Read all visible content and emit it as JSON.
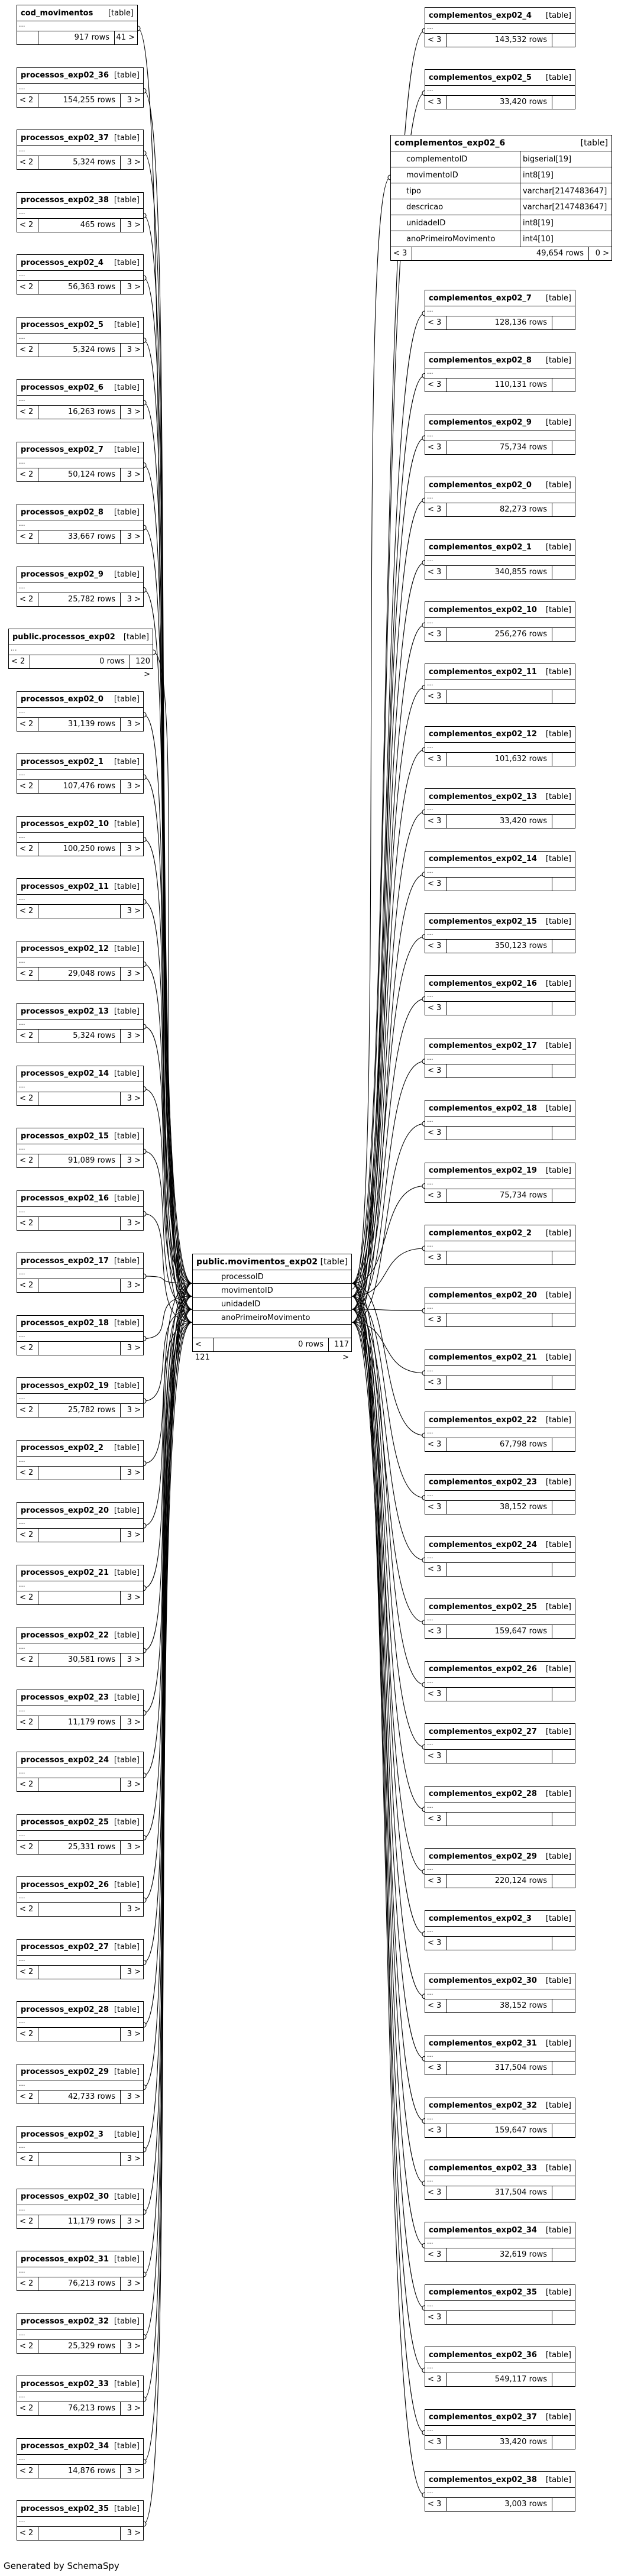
{
  "kind_label": "[table]",
  "footer_text": "Generated by SchemaSpy",
  "center": {
    "name": "public.movimentos_exp02",
    "columns": [
      "processoID",
      "movimentoID",
      "unidadeID",
      "anoPrimeiroMovimento"
    ],
    "foot": [
      "< 121",
      "0 rows",
      "117 >"
    ]
  },
  "expanded": {
    "name": "complementos_exp02_6",
    "columns": [
      {
        "name": "complementoID",
        "type": "bigserial[19]"
      },
      {
        "name": "movimentoID",
        "type": "int8[19]"
      },
      {
        "name": "tipo",
        "type": "varchar[2147483647]"
      },
      {
        "name": "descricao",
        "type": "varchar[2147483647]"
      },
      {
        "name": "unidadeID",
        "type": "int8[19]"
      },
      {
        "name": "anoPrimeiroMovimento",
        "type": "int4[10]"
      }
    ],
    "foot": [
      "< 3",
      "49,654 rows",
      "0 >"
    ]
  },
  "left_tables": [
    {
      "name": "cod_movimentos",
      "foot": [
        "",
        "917 rows",
        "41 >"
      ]
    },
    {
      "name": "processos_exp02_36",
      "foot": [
        "< 2",
        "154,255 rows",
        "3 >"
      ]
    },
    {
      "name": "processos_exp02_37",
      "foot": [
        "< 2",
        "5,324 rows",
        "3 >"
      ]
    },
    {
      "name": "processos_exp02_38",
      "foot": [
        "< 2",
        "465 rows",
        "3 >"
      ]
    },
    {
      "name": "processos_exp02_4",
      "foot": [
        "< 2",
        "56,363 rows",
        "3 >"
      ]
    },
    {
      "name": "processos_exp02_5",
      "foot": [
        "< 2",
        "5,324 rows",
        "3 >"
      ]
    },
    {
      "name": "processos_exp02_6",
      "foot": [
        "< 2",
        "16,263 rows",
        "3 >"
      ]
    },
    {
      "name": "processos_exp02_7",
      "foot": [
        "< 2",
        "50,124 rows",
        "3 >"
      ]
    },
    {
      "name": "processos_exp02_8",
      "foot": [
        "< 2",
        "33,667 rows",
        "3 >"
      ]
    },
    {
      "name": "processos_exp02_9",
      "foot": [
        "< 2",
        "25,782 rows",
        "3 >"
      ]
    },
    {
      "name": "public.processos_exp02",
      "foot": [
        "< 2",
        "0 rows",
        "120 >"
      ]
    },
    {
      "name": "processos_exp02_0",
      "foot": [
        "< 2",
        "31,139 rows",
        "3 >"
      ]
    },
    {
      "name": "processos_exp02_1",
      "foot": [
        "< 2",
        "107,476 rows",
        "3 >"
      ]
    },
    {
      "name": "processos_exp02_10",
      "foot": [
        "< 2",
        "100,250 rows",
        "3 >"
      ]
    },
    {
      "name": "processos_exp02_11",
      "foot": [
        "< 2",
        "",
        "3 >"
      ]
    },
    {
      "name": "processos_exp02_12",
      "foot": [
        "< 2",
        "29,048 rows",
        "3 >"
      ]
    },
    {
      "name": "processos_exp02_13",
      "foot": [
        "< 2",
        "5,324 rows",
        "3 >"
      ]
    },
    {
      "name": "processos_exp02_14",
      "foot": [
        "< 2",
        "",
        "3 >"
      ]
    },
    {
      "name": "processos_exp02_15",
      "foot": [
        "< 2",
        "91,089 rows",
        "3 >"
      ]
    },
    {
      "name": "processos_exp02_16",
      "foot": [
        "< 2",
        "",
        "3 >"
      ]
    },
    {
      "name": "processos_exp02_17",
      "foot": [
        "< 2",
        "",
        "3 >"
      ]
    },
    {
      "name": "processos_exp02_18",
      "foot": [
        "< 2",
        "",
        "3 >"
      ]
    },
    {
      "name": "processos_exp02_19",
      "foot": [
        "< 2",
        "25,782 rows",
        "3 >"
      ]
    },
    {
      "name": "processos_exp02_2",
      "foot": [
        "< 2",
        "",
        "3 >"
      ]
    },
    {
      "name": "processos_exp02_20",
      "foot": [
        "< 2",
        "",
        "3 >"
      ]
    },
    {
      "name": "processos_exp02_21",
      "foot": [
        "< 2",
        "",
        "3 >"
      ]
    },
    {
      "name": "processos_exp02_22",
      "foot": [
        "< 2",
        "30,581 rows",
        "3 >"
      ]
    },
    {
      "name": "processos_exp02_23",
      "foot": [
        "< 2",
        "11,179 rows",
        "3 >"
      ]
    },
    {
      "name": "processos_exp02_24",
      "foot": [
        "< 2",
        "",
        "3 >"
      ]
    },
    {
      "name": "processos_exp02_25",
      "foot": [
        "< 2",
        "25,331 rows",
        "3 >"
      ]
    },
    {
      "name": "processos_exp02_26",
      "foot": [
        "< 2",
        "",
        "3 >"
      ]
    },
    {
      "name": "processos_exp02_27",
      "foot": [
        "< 2",
        "",
        "3 >"
      ]
    },
    {
      "name": "processos_exp02_28",
      "foot": [
        "< 2",
        "",
        "3 >"
      ]
    },
    {
      "name": "processos_exp02_29",
      "foot": [
        "< 2",
        "42,733 rows",
        "3 >"
      ]
    },
    {
      "name": "processos_exp02_3",
      "foot": [
        "< 2",
        "",
        "3 >"
      ]
    },
    {
      "name": "processos_exp02_30",
      "foot": [
        "< 2",
        "11,179 rows",
        "3 >"
      ]
    },
    {
      "name": "processos_exp02_31",
      "foot": [
        "< 2",
        "76,213 rows",
        "3 >"
      ]
    },
    {
      "name": "processos_exp02_32",
      "foot": [
        "< 2",
        "25,329 rows",
        "3 >"
      ]
    },
    {
      "name": "processos_exp02_33",
      "foot": [
        "< 2",
        "76,213 rows",
        "3 >"
      ]
    },
    {
      "name": "processos_exp02_34",
      "foot": [
        "< 2",
        "14,876 rows",
        "3 >"
      ]
    },
    {
      "name": "processos_exp02_35",
      "foot": [
        "< 2",
        "",
        "3 >"
      ]
    }
  ],
  "right_tables": [
    {
      "name": "complementos_exp02_4",
      "foot": [
        "< 3",
        "143,532 rows",
        ""
      ]
    },
    {
      "name": "complementos_exp02_5",
      "foot": [
        "< 3",
        "33,420 rows",
        ""
      ]
    },
    {
      "name": "complementos_exp02_7",
      "foot": [
        "< 3",
        "128,136 rows",
        ""
      ]
    },
    {
      "name": "complementos_exp02_8",
      "foot": [
        "< 3",
        "110,131 rows",
        ""
      ]
    },
    {
      "name": "complementos_exp02_9",
      "foot": [
        "< 3",
        "75,734 rows",
        ""
      ]
    },
    {
      "name": "complementos_exp02_0",
      "foot": [
        "< 3",
        "82,273 rows",
        ""
      ]
    },
    {
      "name": "complementos_exp02_1",
      "foot": [
        "< 3",
        "340,855 rows",
        ""
      ]
    },
    {
      "name": "complementos_exp02_10",
      "foot": [
        "< 3",
        "256,276 rows",
        ""
      ]
    },
    {
      "name": "complementos_exp02_11",
      "foot": [
        "< 3",
        "",
        ""
      ]
    },
    {
      "name": "complementos_exp02_12",
      "foot": [
        "< 3",
        "101,632 rows",
        ""
      ]
    },
    {
      "name": "complementos_exp02_13",
      "foot": [
        "< 3",
        "33,420 rows",
        ""
      ]
    },
    {
      "name": "complementos_exp02_14",
      "foot": [
        "< 3",
        "",
        ""
      ]
    },
    {
      "name": "complementos_exp02_15",
      "foot": [
        "< 3",
        "350,123 rows",
        ""
      ]
    },
    {
      "name": "complementos_exp02_16",
      "foot": [
        "< 3",
        "",
        ""
      ]
    },
    {
      "name": "complementos_exp02_17",
      "foot": [
        "< 3",
        "",
        ""
      ]
    },
    {
      "name": "complementos_exp02_18",
      "foot": [
        "< 3",
        "",
        ""
      ]
    },
    {
      "name": "complementos_exp02_19",
      "foot": [
        "< 3",
        "75,734 rows",
        ""
      ]
    },
    {
      "name": "complementos_exp02_2",
      "foot": [
        "< 3",
        "",
        ""
      ]
    },
    {
      "name": "complementos_exp02_20",
      "foot": [
        "< 3",
        "",
        ""
      ]
    },
    {
      "name": "complementos_exp02_21",
      "foot": [
        "< 3",
        "",
        ""
      ]
    },
    {
      "name": "complementos_exp02_22",
      "foot": [
        "< 3",
        "67,798 rows",
        ""
      ]
    },
    {
      "name": "complementos_exp02_23",
      "foot": [
        "< 3",
        "38,152 rows",
        ""
      ]
    },
    {
      "name": "complementos_exp02_24",
      "foot": [
        "< 3",
        "",
        ""
      ]
    },
    {
      "name": "complementos_exp02_25",
      "foot": [
        "< 3",
        "159,647 rows",
        ""
      ]
    },
    {
      "name": "complementos_exp02_26",
      "foot": [
        "< 3",
        "",
        ""
      ]
    },
    {
      "name": "complementos_exp02_27",
      "foot": [
        "< 3",
        "",
        ""
      ]
    },
    {
      "name": "complementos_exp02_28",
      "foot": [
        "< 3",
        "",
        ""
      ]
    },
    {
      "name": "complementos_exp02_29",
      "foot": [
        "< 3",
        "220,124 rows",
        ""
      ]
    },
    {
      "name": "complementos_exp02_3",
      "foot": [
        "< 3",
        "",
        ""
      ]
    },
    {
      "name": "complementos_exp02_30",
      "foot": [
        "< 3",
        "38,152 rows",
        ""
      ]
    },
    {
      "name": "complementos_exp02_31",
      "foot": [
        "< 3",
        "317,504 rows",
        ""
      ]
    },
    {
      "name": "complementos_exp02_32",
      "foot": [
        "< 3",
        "159,647 rows",
        ""
      ]
    },
    {
      "name": "complementos_exp02_33",
      "foot": [
        "< 3",
        "317,504 rows",
        ""
      ]
    },
    {
      "name": "complementos_exp02_34",
      "foot": [
        "< 3",
        "32,619 rows",
        ""
      ]
    },
    {
      "name": "complementos_exp02_35",
      "foot": [
        "< 3",
        "",
        ""
      ]
    },
    {
      "name": "complementos_exp02_36",
      "foot": [
        "< 3",
        "549,117 rows",
        ""
      ]
    },
    {
      "name": "complementos_exp02_37",
      "foot": [
        "< 3",
        "33,420 rows",
        ""
      ]
    },
    {
      "name": "complementos_exp02_38",
      "foot": [
        "< 3",
        "3,003 rows",
        ""
      ]
    }
  ]
}
